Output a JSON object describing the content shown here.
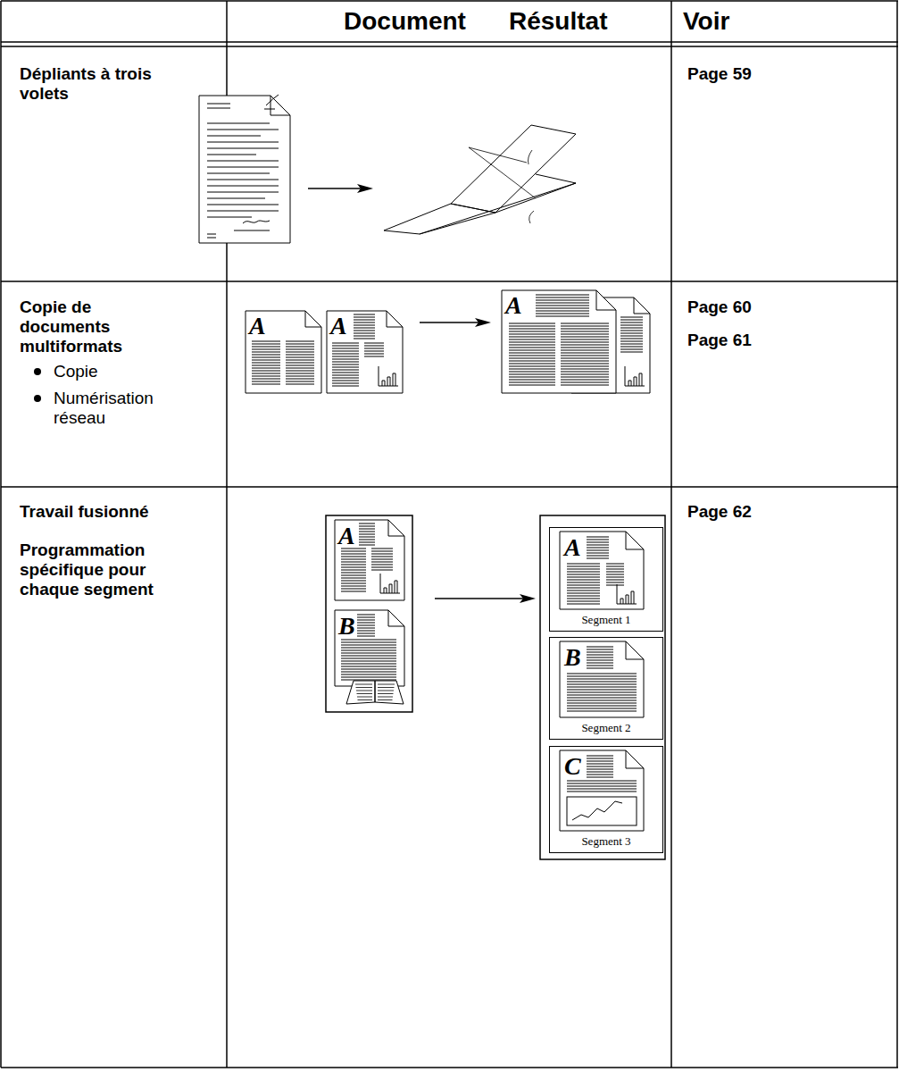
{
  "diagram": {
    "nodes": [
      {
        "text": [
          "A",
          "Segment 1"
        ]
      },
      {
        "text": [
          "B",
          "Segment 2"
        ]
      },
      {
        "text": [
          "C",
          "Segment 3"
        ]
      }
    ],
    "labels": [
      "Document",
      "Résultat",
      "Voir",
      "Dépliants à trois volets",
      "Page 59",
      "Copie de documents multiformats",
      "Copie",
      "Numérisation réseau",
      "Page 60",
      "Page 61",
      "A",
      "A",
      "A",
      "Travail fusionné",
      "Programmation spécifique pour chaque segment",
      "Page 62",
      "A",
      "B"
    ]
  }
}
